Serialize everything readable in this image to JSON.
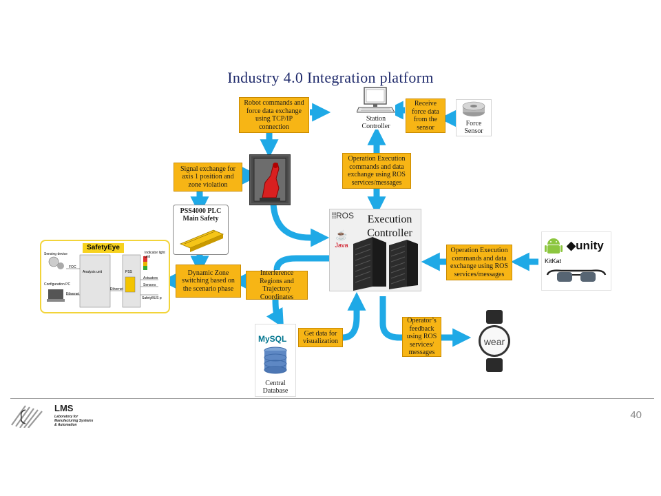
{
  "title": "Industry 4.0 Integration platform",
  "boxes": {
    "robot_commands": "Robot commands and force data exchange using TCP/IP connection",
    "receive_force": "Receive force data from the sensor",
    "operation_ros_top": "Operation Execution commands and data exchange using ROS services/messages",
    "signal_exchange": "Signal exchange for axis 1 position and zone violation",
    "operation_ros_right": "Operation Execution commands and data exchange using ROS services/messages",
    "dynamic_zone": "Dynamic Zone switching based on the scenario phase",
    "interference": "Interference Regions and Trajectory Coordinates",
    "get_data": "Get data for visualization",
    "operator_feedback": "Operator’s feedback using ROS services/ messages"
  },
  "nodes": {
    "station_controller": "Station Controller",
    "force_sensor": "Force Sensor",
    "plc_title": "PSS4000 PLC Main Safety",
    "execution_controller": "Execution Controller",
    "ros": "ROS",
    "java": "Java",
    "kitkat": "KitKat",
    "unity": "unity",
    "mysql": "MySQL",
    "central_database": "Central Database",
    "android_wear": "wear",
    "safetyeye": "SafetyEye",
    "safetyeye_labels": {
      "sensing_device": "Sensing device",
      "analysis_unit": "Analysis unit",
      "pss": "PSS",
      "indicator": "Indicator light unit",
      "config_pc": "Configuration PC",
      "ethernet1": "Ethernet",
      "ethernet2": "Ethernet",
      "actuators": "Actuators",
      "sensors": "Sensors",
      "safetybus": "SafetyBUS p",
      "foc": "FOC"
    }
  },
  "footer": {
    "logo_text": "LMS",
    "logo_sub1": "Laboratory for",
    "logo_sub2": "Manufacturing Systems",
    "logo_sub3": "& Automation",
    "page_number": "40"
  },
  "colors": {
    "arrow": "#1fa9e6",
    "box": "#f7b515",
    "title": "#1f2a6b"
  }
}
